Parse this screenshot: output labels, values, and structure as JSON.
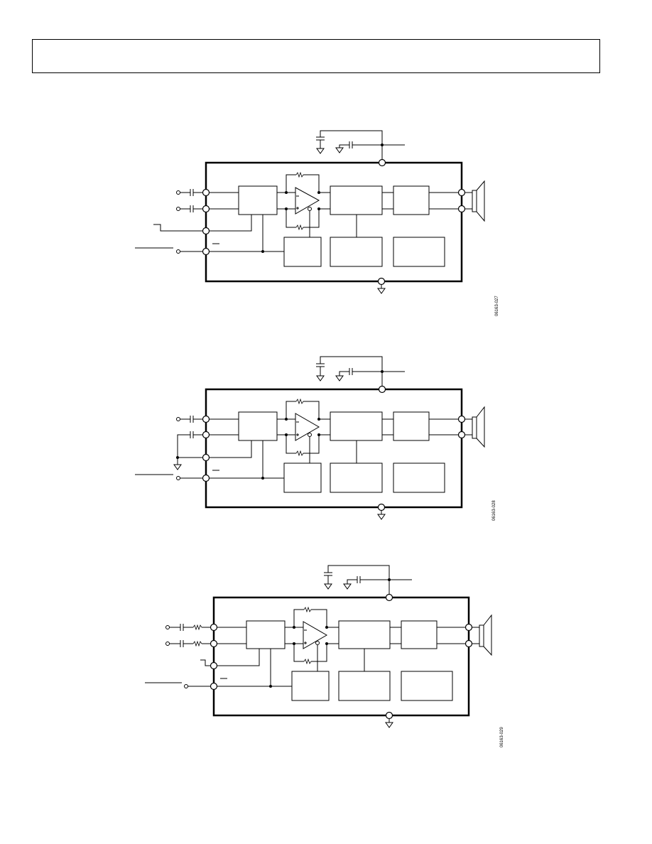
{
  "header": {
    "text": ""
  },
  "figures": [
    {
      "id": "figure-1",
      "code": "06163-027"
    },
    {
      "id": "figure-2",
      "code": "06163-028"
    },
    {
      "id": "figure-3",
      "code": "06163-029"
    }
  ]
}
